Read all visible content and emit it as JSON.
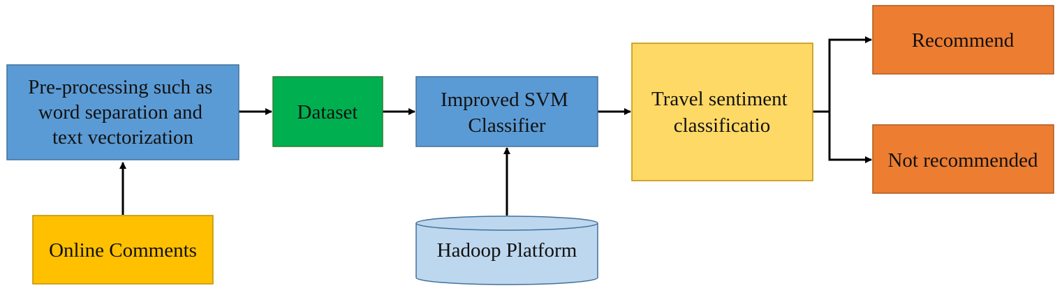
{
  "nodes": {
    "preprocessing": {
      "lines": [
        "Pre-processing such as",
        "word separation and",
        "text vectorization"
      ],
      "color": "#5B9BD5"
    },
    "dataset": {
      "lines": [
        "Dataset"
      ],
      "color": "#00B050"
    },
    "svm_classifier": {
      "lines": [
        "Improved SVM",
        "Classifier"
      ],
      "color": "#5B9BD5"
    },
    "travel_classification": {
      "lines": [
        "Travel sentiment",
        "classificatio"
      ],
      "color": "#FFD966"
    },
    "recommend": {
      "lines": [
        "Recommend"
      ],
      "color": "#ED7D31"
    },
    "not_recommended": {
      "lines": [
        "Not recommended"
      ],
      "color": "#ED7D31"
    },
    "online_comments": {
      "lines": [
        "Online Comments"
      ],
      "color": "#FFC000"
    },
    "hadoop": {
      "lines": [
        "Hadoop Platform"
      ],
      "color": "#BDD7EE"
    }
  },
  "edges": [
    {
      "from": "online_comments",
      "to": "preprocessing"
    },
    {
      "from": "preprocessing",
      "to": "dataset"
    },
    {
      "from": "dataset",
      "to": "svm_classifier"
    },
    {
      "from": "hadoop",
      "to": "svm_classifier"
    },
    {
      "from": "svm_classifier",
      "to": "travel_classification"
    },
    {
      "from": "travel_classification",
      "to": "recommend"
    },
    {
      "from": "travel_classification",
      "to": "not_recommended"
    }
  ]
}
